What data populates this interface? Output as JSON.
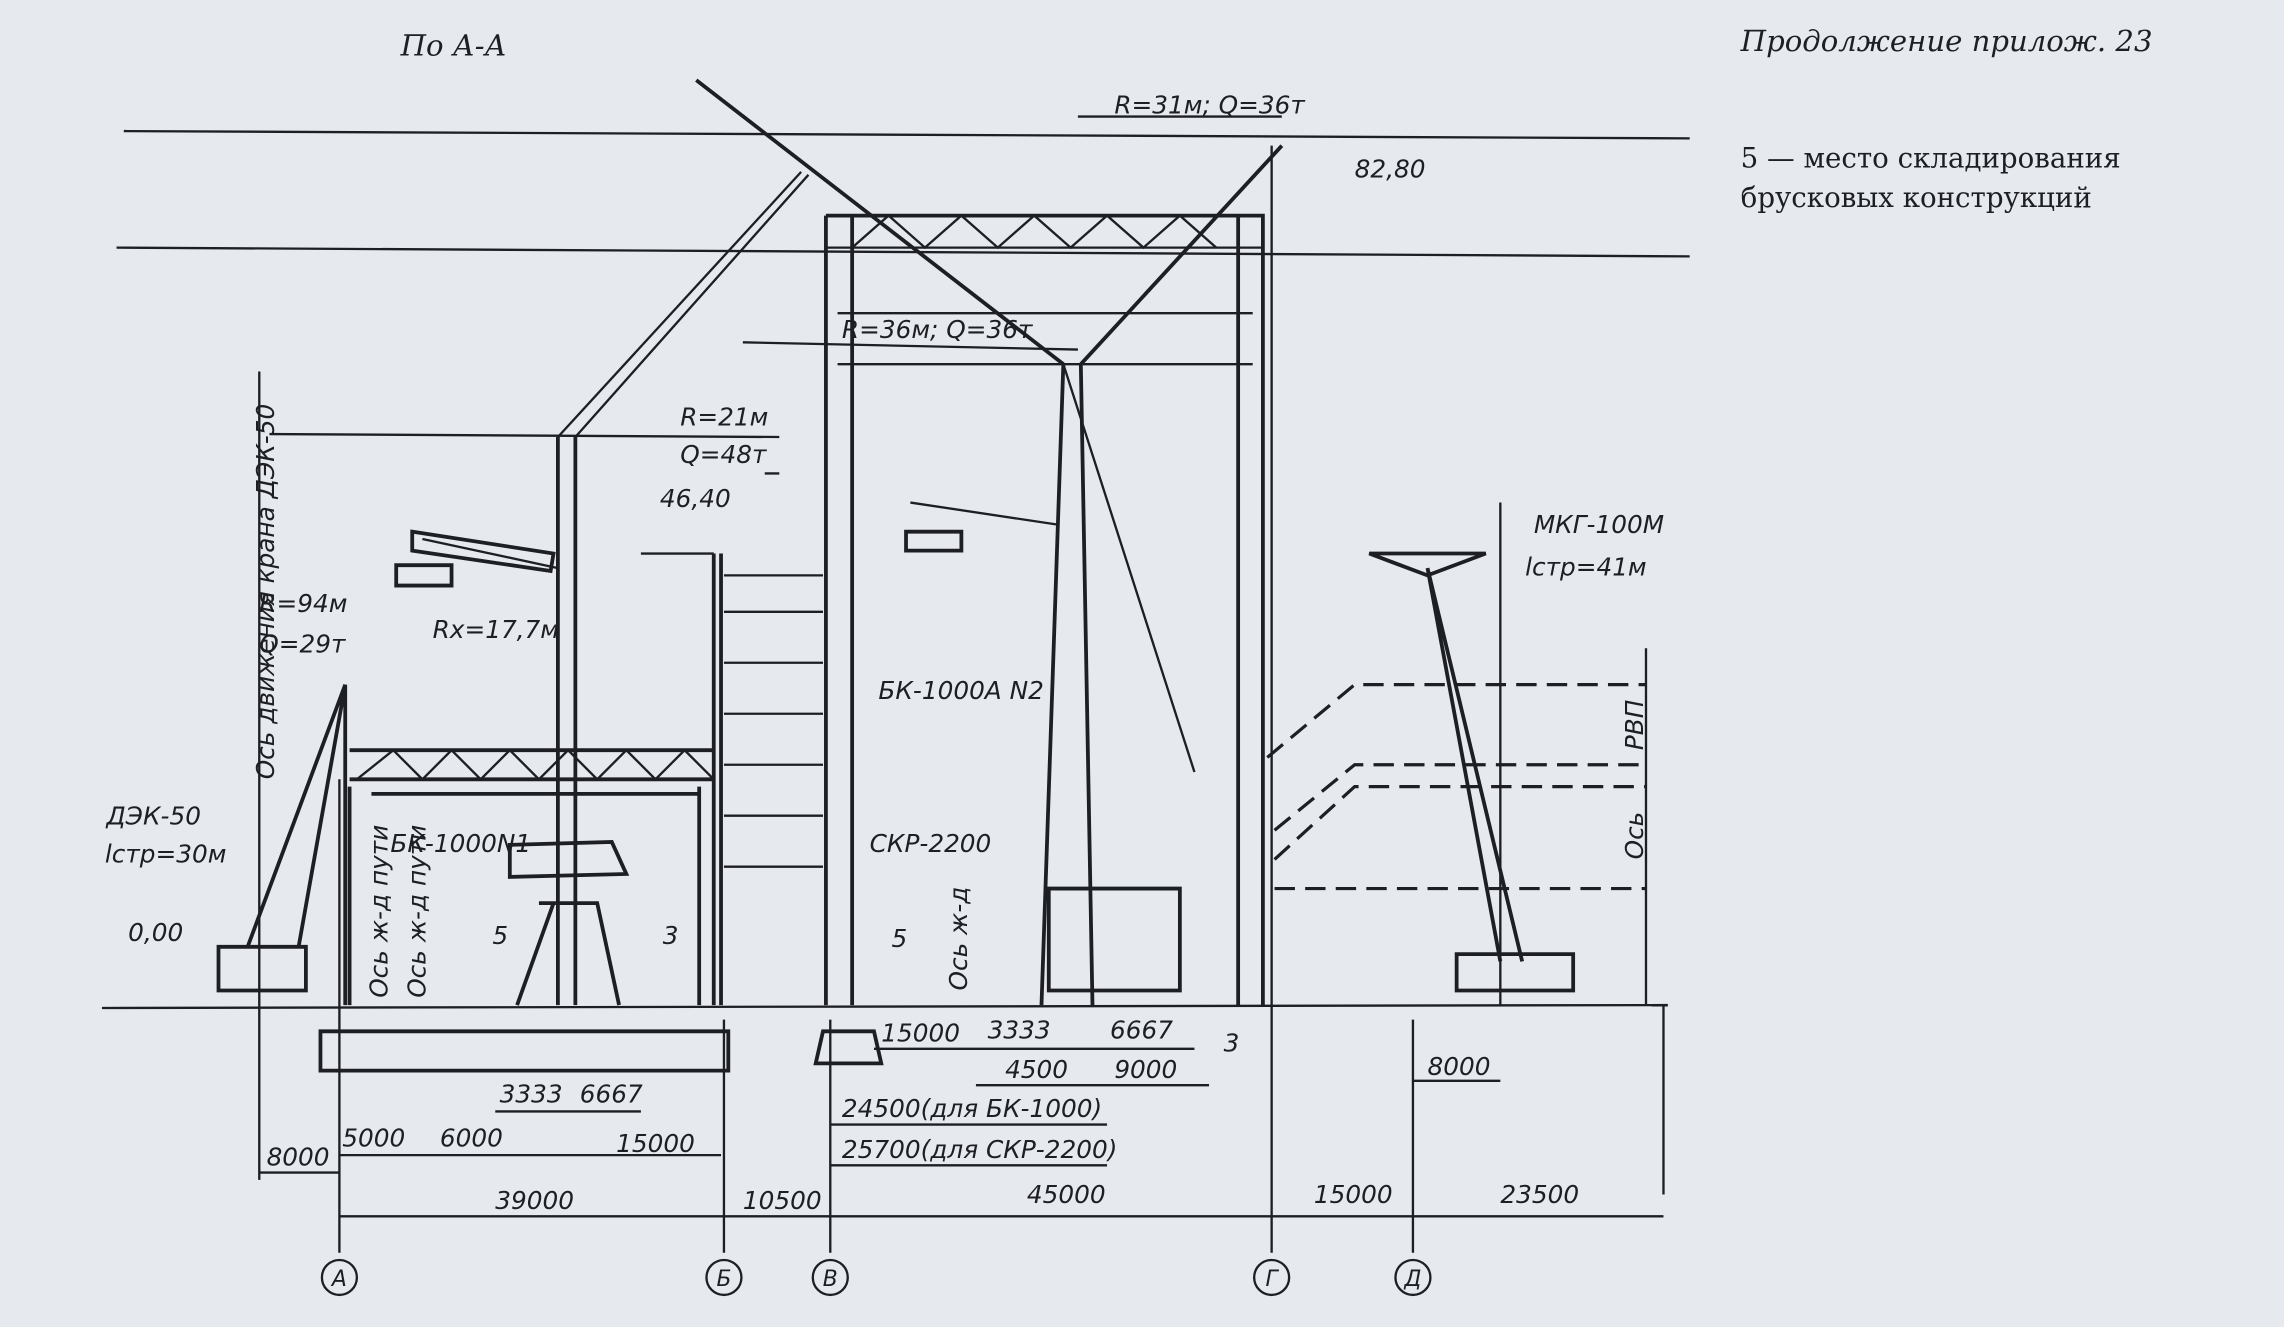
{
  "header": {
    "view_title": "По А-А",
    "continuation": "Продолжение прилож. 23"
  },
  "legend": {
    "line1": "5 — место складирования",
    "line2": "брусковых конструкций"
  },
  "labels": {
    "r31": "R=31м; Q=36т",
    "mark_8280": "82,80",
    "r36": "R=36м; Q=36т",
    "r21": "R=21м",
    "q48": "Q=48т",
    "mark_4640": "46,40",
    "crane_axis": "Ось движения крана ДЭК-50",
    "r94": "R=94м",
    "q29": "Q=29т",
    "rx": "Rx=17,7м",
    "dek50": "ДЭК-50",
    "dek_boom": "lстр=30м",
    "mark_000": "0,00",
    "bk1": "БК-1000N1",
    "rail1": "Ось ж-д пути",
    "rail2": "Ось ж-д пути",
    "five_a": "5",
    "three_a": "3",
    "bk2": "БК-1000А N2",
    "skr": "СКР-2200",
    "five_b": "5",
    "rail3": "Ось ж-д",
    "three_b": "3",
    "mkg": "МКГ-100М",
    "mkg_boom": "lстр=41м",
    "rvp": "РВП",
    "os": "Ось"
  },
  "dimensions": {
    "d15000a": "15000",
    "d3333a": "3333",
    "d6667a": "6667",
    "d4500": "4500",
    "d9000": "9000",
    "d8000b": "8000",
    "d24500": "24500(для БК-1000)",
    "d25700": "25700(для СКР-2200)",
    "d3333b": "3333",
    "d6667b": "6667",
    "d5000": "5000",
    "d6000": "6000",
    "d15000b": "15000",
    "d8000a": "8000",
    "d39000": "39000",
    "d10500": "10500",
    "d45000": "45000",
    "d15000c": "15000",
    "d23500": "23500"
  },
  "axes": [
    "А",
    "Б",
    "В",
    "Г",
    "Д"
  ]
}
